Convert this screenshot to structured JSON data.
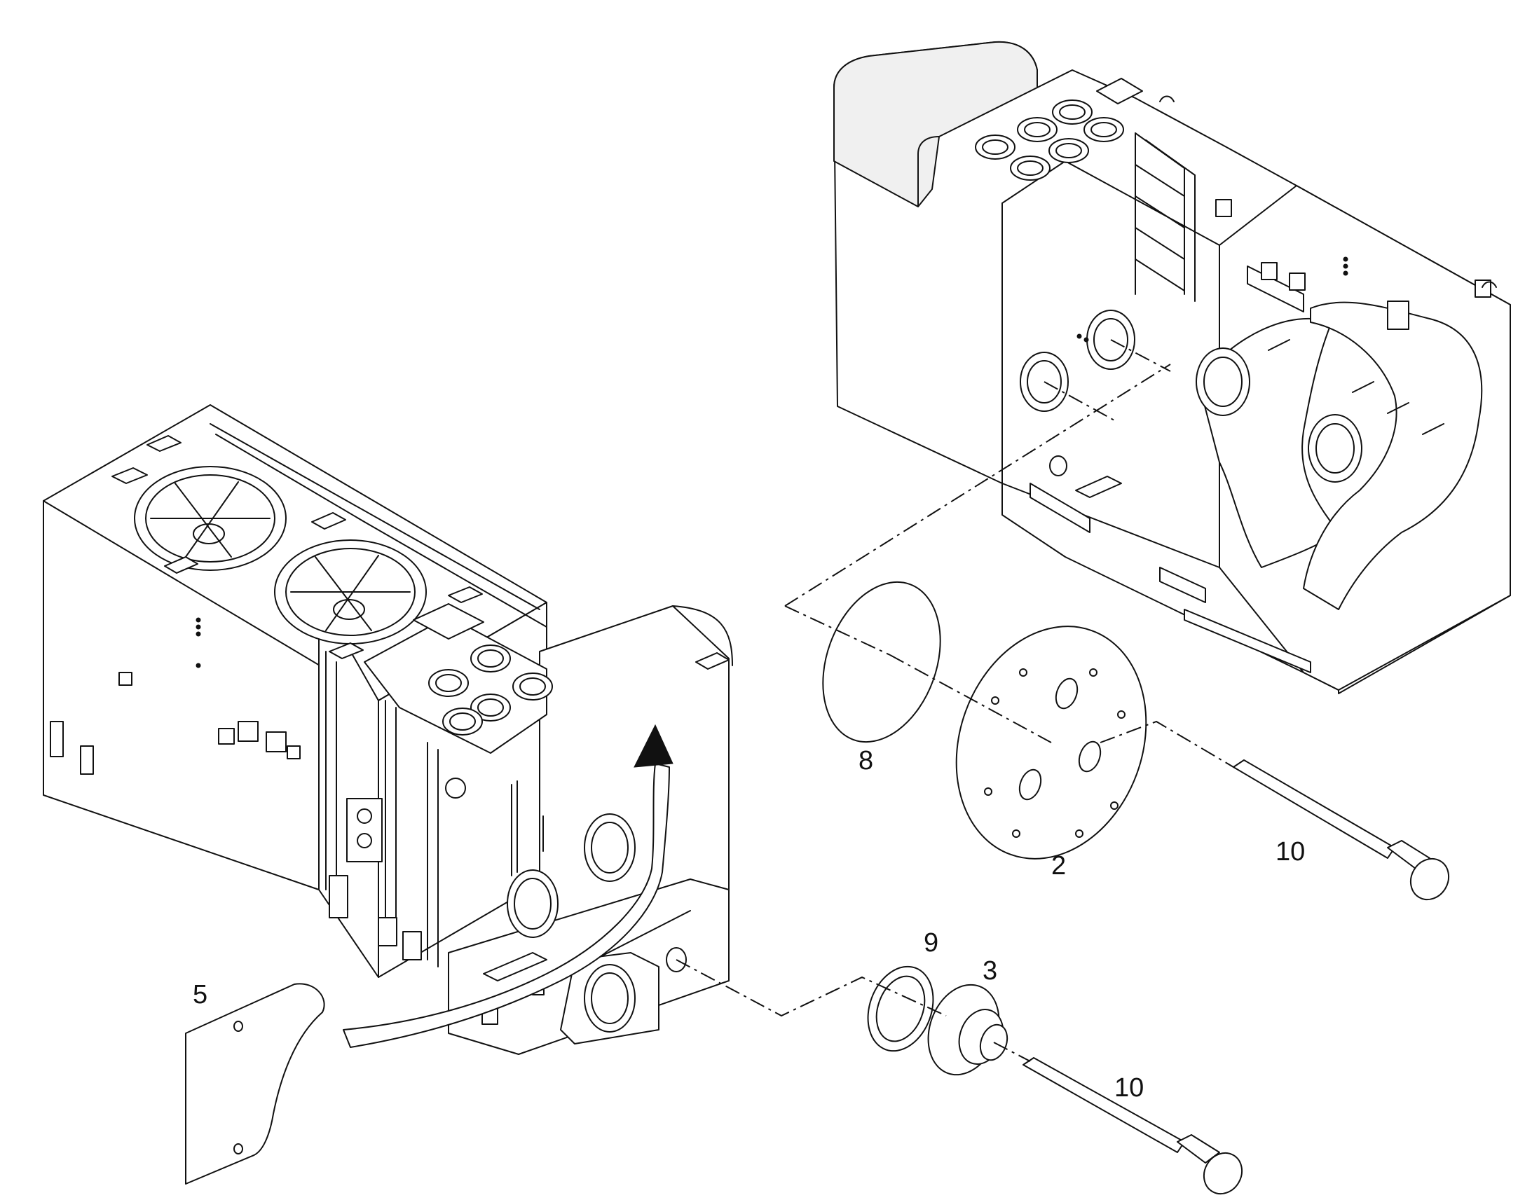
{
  "labels": {
    "part_2": "2",
    "part_3": "3",
    "part_5": "5",
    "part_8": "8",
    "part_9": "9",
    "part_10_upper": "10",
    "part_10_lower": "10"
  },
  "colors": {
    "line": "#111111",
    "background": "#ffffff"
  }
}
